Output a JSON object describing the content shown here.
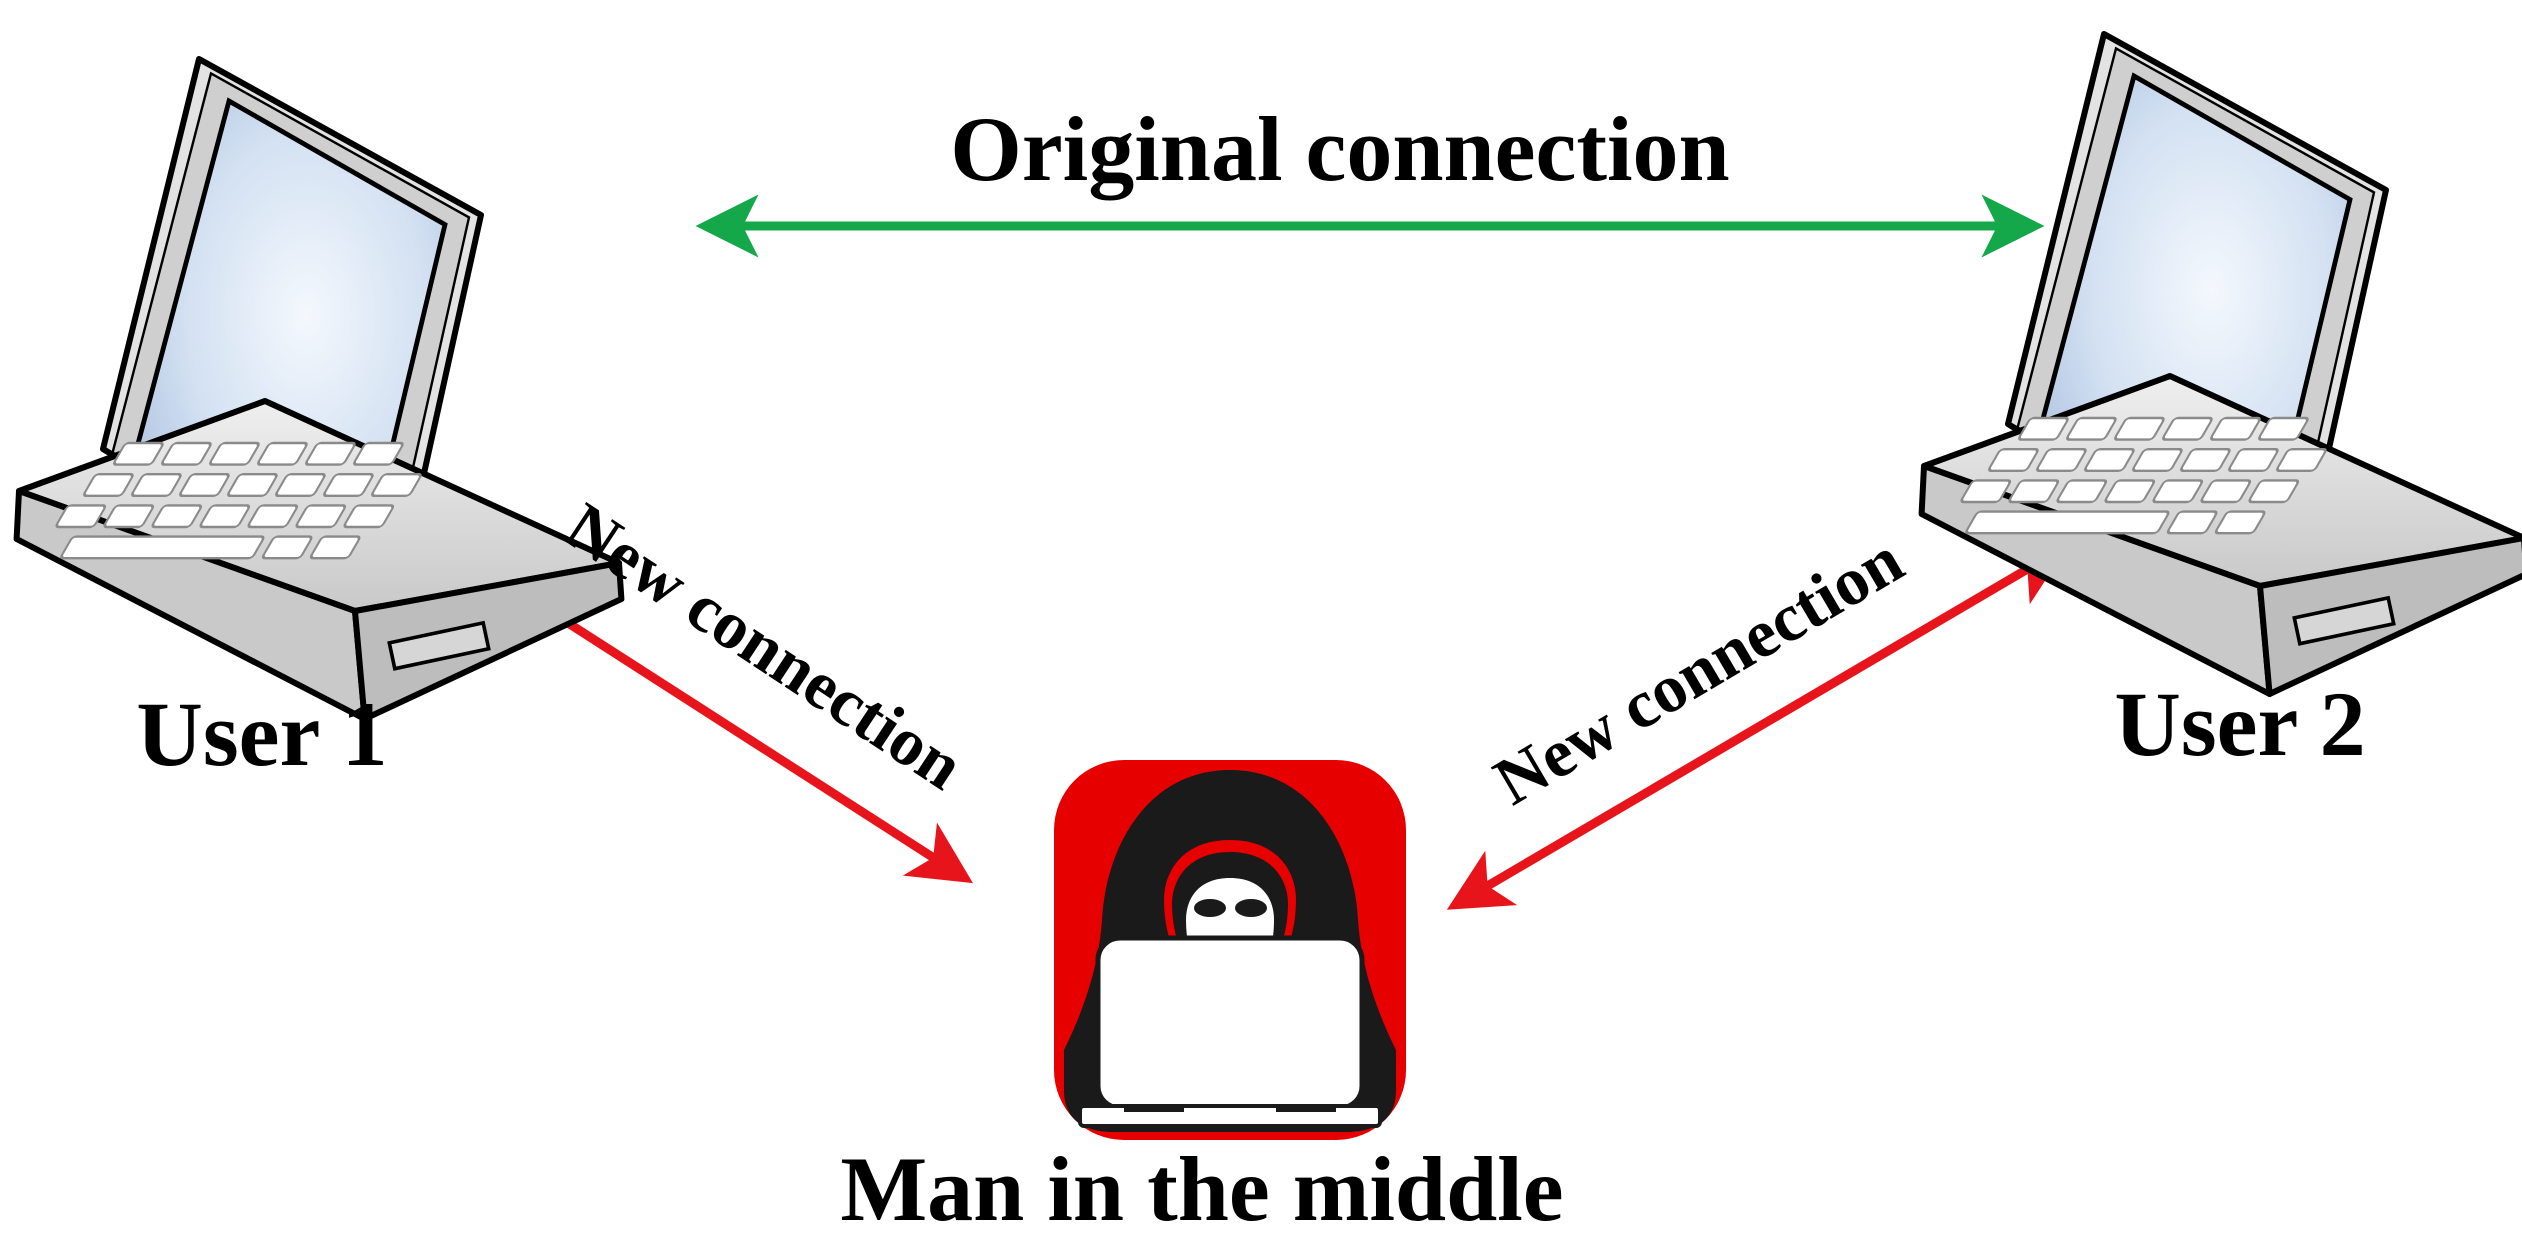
{
  "labels": {
    "original_connection": "Original connection",
    "user1": "User 1",
    "user2": "User 2",
    "man_in_the_middle": "Man in the middle",
    "new_connection_left": "New connection",
    "new_connection_right": "New connection"
  },
  "colors": {
    "original_link": "#14a84b",
    "attack_link": "#e8141b",
    "laptop_body": "#d8d8d8",
    "laptop_screen": "#c9d9ee",
    "attacker_badge": "#e60000"
  },
  "icons": {
    "user1": "laptop-icon",
    "user2": "laptop-icon",
    "attacker": "hooded-hacker-icon"
  }
}
